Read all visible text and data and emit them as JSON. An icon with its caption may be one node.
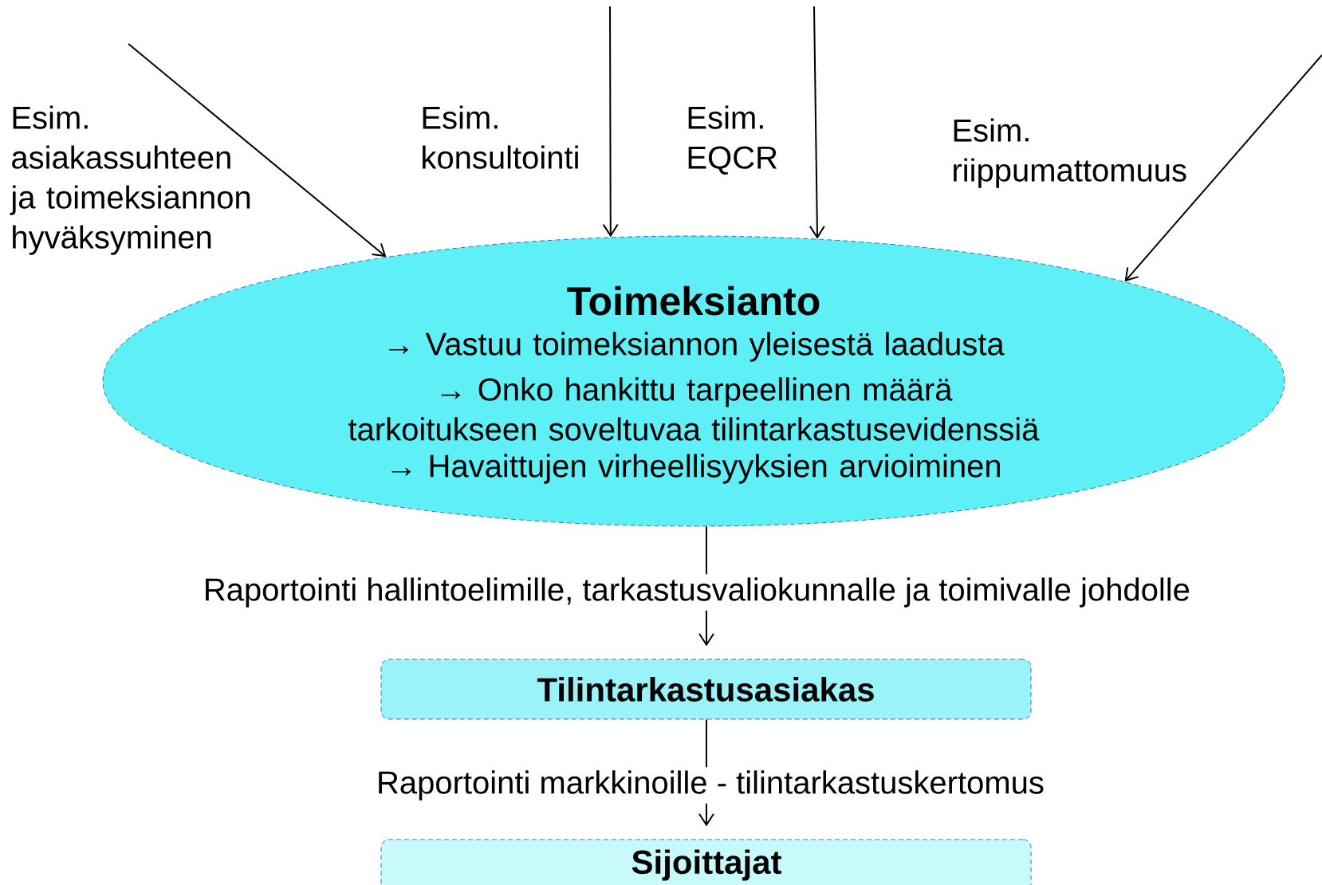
{
  "diagram": {
    "nodes": [
      {
        "text": [
          "Toimeksianto",
          "→ Vastuu toimeksiannon yleisestä laadusta",
          "→ Onko hankittu tarpeellinen määrä tarkoitukseen soveltuvaa tilintarkastusevidenssiä",
          "→ Havaittujen virheellisyyksien arvioiminen"
        ]
      },
      {
        "text": [
          "Tilintarkastusasiakas"
        ]
      },
      {
        "text": [
          "Sijoittajat"
        ]
      }
    ],
    "edges": [
      {
        "from": null,
        "to": 0,
        "arrow": "to",
        "label": "Esim. asiakassuhteen ja toimeksiannon hyväksyminen"
      },
      {
        "from": null,
        "to": 0,
        "arrow": "to",
        "label": "Esim. konsultointi"
      },
      {
        "from": null,
        "to": 0,
        "arrow": "to",
        "label": "Esim. EQCR"
      },
      {
        "from": null,
        "to": 0,
        "arrow": "to",
        "label": "Esim. riippumattomuus"
      },
      {
        "from": 0,
        "to": 1,
        "arrow": "to",
        "label": "Raportointi  hallintoelimille, tarkastusvaliokunnalle ja toimivalle johdolle"
      },
      {
        "from": 1,
        "to": 2,
        "arrow": "to",
        "label": "Raportointi markkinoille  -  tilintarkastuskertomus"
      }
    ]
  }
}
